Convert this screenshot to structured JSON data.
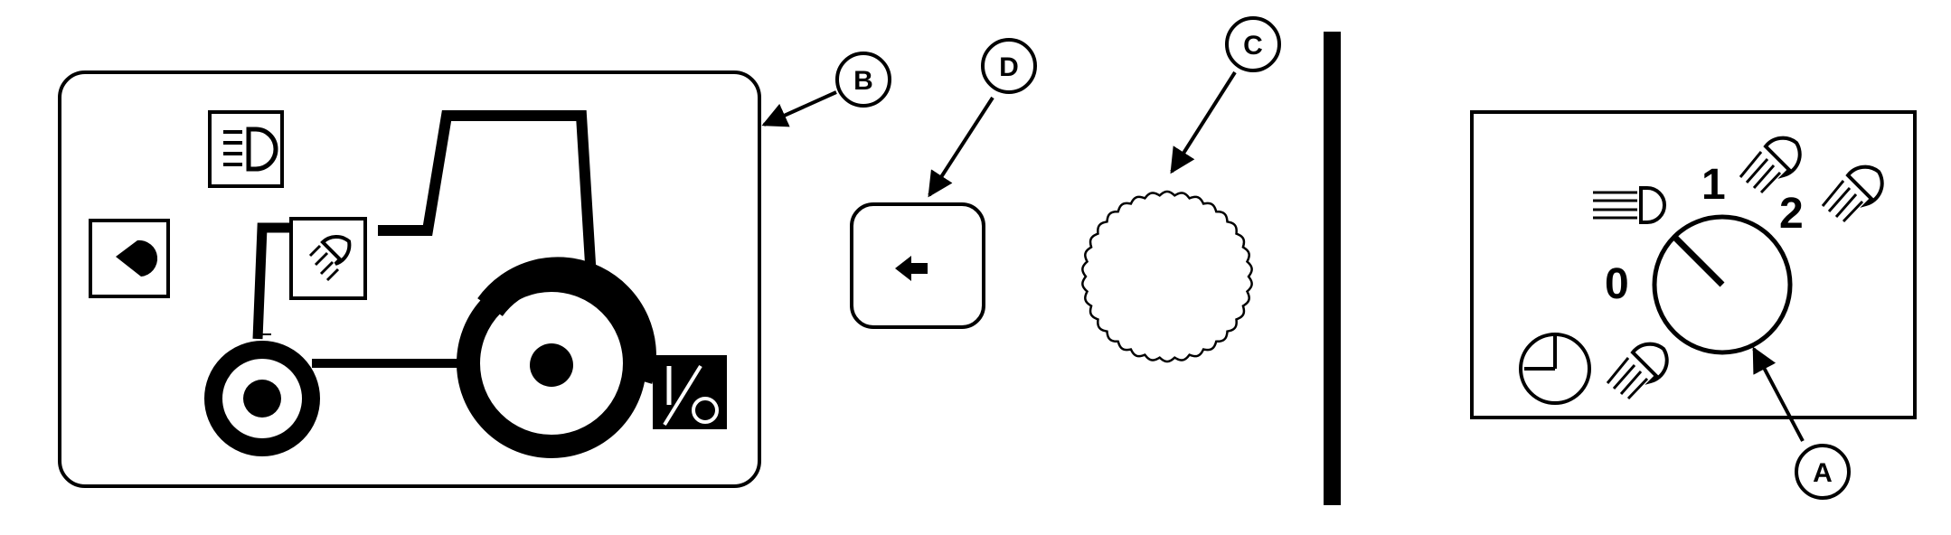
{
  "callouts": {
    "a": "A",
    "b": "B",
    "c": "C",
    "d": "D"
  },
  "switch_positions": {
    "off": "0",
    "pos1": "1",
    "pos2": "2"
  },
  "colors": {
    "ink": "#000000",
    "paper": "#ffffff"
  },
  "icons": [
    "tractor-icon",
    "headlight-icon",
    "work-light-icon",
    "beacon-icon",
    "slow-moving-vehicle-icon",
    "turn-signal-arrow-icon",
    "light-switch-knob-icon",
    "parking-light-icon"
  ]
}
